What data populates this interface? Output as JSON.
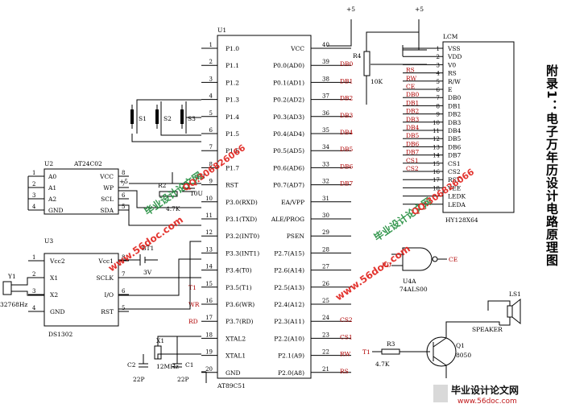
{
  "page_title": "附录1：电子万年历设计电路原理图",
  "mcu": {
    "ref": "U1",
    "part": "AT89C51",
    "left_pins": [
      {
        "name": "P1.0",
        "num": "1"
      },
      {
        "name": "P1.1",
        "num": "2"
      },
      {
        "name": "P1.2",
        "num": "3"
      },
      {
        "name": "P1.3",
        "num": "4"
      },
      {
        "name": "P1.4",
        "num": "5"
      },
      {
        "name": "P1.5",
        "num": "6"
      },
      {
        "name": "P1.6",
        "num": "7"
      },
      {
        "name": "P1.7",
        "num": "8"
      },
      {
        "name": "RST",
        "num": "9"
      },
      {
        "name": "P3.0(RXD)",
        "num": "10"
      },
      {
        "name": "P3.1(TXD)",
        "num": "11"
      },
      {
        "name": "P3.2(INT0)",
        "num": "12"
      },
      {
        "name": "P3.3(INT1)",
        "num": "13"
      },
      {
        "name": "P3.4(T0)",
        "num": "14"
      },
      {
        "name": "P3.5(T1)",
        "num": "15"
      },
      {
        "name": "P3.6(WR)",
        "num": "16"
      },
      {
        "name": "P3.7(RD)",
        "num": "17"
      },
      {
        "name": "XTAL2",
        "num": "18"
      },
      {
        "name": "XTAL1",
        "num": "19"
      },
      {
        "name": "GND",
        "num": "20"
      }
    ],
    "right_pins": [
      {
        "name": "VCC",
        "num": "40"
      },
      {
        "name": "P0.0(AD0)",
        "num": "39"
      },
      {
        "name": "P0.1(AD1)",
        "num": "38"
      },
      {
        "name": "P0.2(AD2)",
        "num": "37"
      },
      {
        "name": "P0.3(AD3)",
        "num": "36"
      },
      {
        "name": "P0.4(AD4)",
        "num": "35"
      },
      {
        "name": "P0.5(AD5)",
        "num": "34"
      },
      {
        "name": "P0.6(AD6)",
        "num": "33"
      },
      {
        "name": "P0.7(AD7)",
        "num": "32"
      },
      {
        "name": "EA/VPP",
        "num": "31"
      },
      {
        "name": "ALE/PROG",
        "num": "30"
      },
      {
        "name": "PSEN",
        "num": "29"
      },
      {
        "name": "P2.7(A15)",
        "num": "28"
      },
      {
        "name": "P2.6(A14)",
        "num": "27"
      },
      {
        "name": "P2.5(A13)",
        "num": "26"
      },
      {
        "name": "P2.4(A12)",
        "num": "25"
      },
      {
        "name": "P2.3(A11)",
        "num": "24"
      },
      {
        "name": "P2.2(A10)",
        "num": "23"
      },
      {
        "name": "P2.1(A9)",
        "num": "22"
      },
      {
        "name": "P2.0(A8)",
        "num": "21"
      }
    ],
    "right_nets": [
      "",
      "DB0",
      "DB1",
      "DB2",
      "DB3",
      "DB4",
      "DB5",
      "DB6",
      "DB7",
      "",
      "",
      "",
      "",
      "",
      "",
      "",
      "CS2",
      "CS1",
      "RW",
      "RS"
    ],
    "left_nets": [
      "",
      "",
      "",
      "",
      "",
      "",
      "",
      "",
      "",
      "",
      "",
      "",
      "",
      "",
      "T1",
      "WR",
      "RD",
      "",
      "",
      ""
    ]
  },
  "eeprom": {
    "ref": "U2",
    "part": "AT24C02",
    "left_pins": [
      {
        "name": "A0",
        "num": "1"
      },
      {
        "name": "A1",
        "num": "2"
      },
      {
        "name": "A2",
        "num": "3"
      },
      {
        "name": "GND",
        "num": "4"
      }
    ],
    "right_pins": [
      {
        "name": "VCC",
        "num": "8"
      },
      {
        "name": "WP",
        "num": "7"
      },
      {
        "name": "SCL",
        "num": "6"
      },
      {
        "name": "SDA",
        "num": "5"
      }
    ]
  },
  "rtc": {
    "ref": "U3",
    "part": "DS1302",
    "left_pins": [
      {
        "name": "Vcc2",
        "num": "1"
      },
      {
        "name": "X1",
        "num": "2"
      },
      {
        "name": "X2",
        "num": "3"
      },
      {
        "name": "GND",
        "num": "4"
      }
    ],
    "right_pins": [
      {
        "name": "Vcc1",
        "num": "8"
      },
      {
        "name": "SCLK",
        "num": "7"
      },
      {
        "name": "I/O",
        "num": "6"
      },
      {
        "name": "RST",
        "num": "5"
      }
    ]
  },
  "lcd": {
    "ref": "LCM",
    "part": "HY128X64",
    "pins": [
      {
        "name": "VSS",
        "num": "1",
        "net": ""
      },
      {
        "name": "VDD",
        "num": "2",
        "net": ""
      },
      {
        "name": "V0",
        "num": "3",
        "net": ""
      },
      {
        "name": "RS",
        "num": "4",
        "net": "RS"
      },
      {
        "name": "R/W",
        "num": "5",
        "net": "RW"
      },
      {
        "name": "E",
        "num": "6",
        "net": "CE"
      },
      {
        "name": "DB0",
        "num": "7",
        "net": "DB0"
      },
      {
        "name": "DB1",
        "num": "8",
        "net": "DB1"
      },
      {
        "name": "DB2",
        "num": "9",
        "net": "DB2"
      },
      {
        "name": "DB3",
        "num": "10",
        "net": "DB3"
      },
      {
        "name": "DB4",
        "num": "11",
        "net": "DB4"
      },
      {
        "name": "DB5",
        "num": "12",
        "net": "DB5"
      },
      {
        "name": "DB6",
        "num": "13",
        "net": "DB6"
      },
      {
        "name": "DB7",
        "num": "14",
        "net": "DB7"
      },
      {
        "name": "CS1",
        "num": "15",
        "net": "CS1"
      },
      {
        "name": "CS2",
        "num": "16",
        "net": "CS2"
      },
      {
        "name": "RST",
        "num": "17",
        "net": ""
      },
      {
        "name": "VEE",
        "num": "18",
        "net": ""
      },
      {
        "name": "LEDK",
        "num": "",
        "net": ""
      },
      {
        "name": "LEDA",
        "num": "",
        "net": ""
      }
    ]
  },
  "components": {
    "s1": "S1",
    "s2": "S2",
    "s3": "S3",
    "r2": "R2",
    "r2_val": "4.7K",
    "c3": "C3",
    "c3_val": "10U",
    "pot": "R4",
    "pot_val": "10K",
    "bt1": "BT1",
    "bt1_val": "3V",
    "y1": "Y1",
    "y1_val": "32768Hz",
    "x1": "X1",
    "x1_val": "12MHz",
    "c1": "C1",
    "c1_val": "22P",
    "c2": "C2",
    "c2_val": "22P",
    "gate": "U4A",
    "gate_part": "74ALS00",
    "gate_in": "RD",
    "gate_out": "CE",
    "r3": "R3",
    "r3_val": "4.7K",
    "r3_net": "T1",
    "q1": "Q1",
    "q1_part": "8050",
    "ls1": "LS1",
    "ls1_part": "SPEAKER",
    "vcc": "+5"
  },
  "watermarks": {
    "site": "www.56doc.com",
    "brand": "毕业设计论文网",
    "qq": "QQ:306826066"
  },
  "footer_logo": {
    "brand": "毕业设计论文网",
    "site": "www.56doc.com"
  }
}
